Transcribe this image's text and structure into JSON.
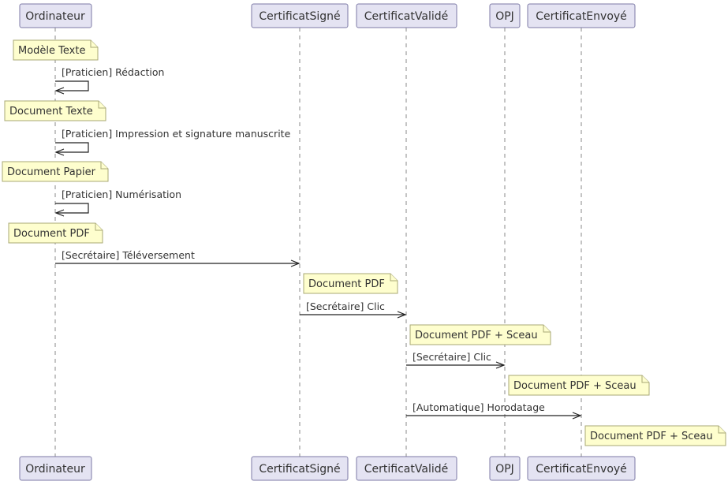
{
  "participants": [
    {
      "id": "ordinateur",
      "label": "Ordinateur"
    },
    {
      "id": "signe",
      "label": "CertificatSigné"
    },
    {
      "id": "valide",
      "label": "CertificatValidé"
    },
    {
      "id": "opj",
      "label": "OPJ"
    },
    {
      "id": "envoye",
      "label": "CertificatEnvoyé"
    }
  ],
  "events": [
    {
      "kind": "note",
      "over": "ordinateur",
      "text": "Modèle Texte"
    },
    {
      "kind": "message",
      "from": "ordinateur",
      "to": "ordinateur",
      "text": "[Praticien] Rédaction"
    },
    {
      "kind": "note",
      "over": "ordinateur",
      "text": "Document Texte"
    },
    {
      "kind": "message",
      "from": "ordinateur",
      "to": "ordinateur",
      "text": "[Praticien] Impression et signature manuscrite"
    },
    {
      "kind": "note",
      "over": "ordinateur",
      "text": "Document Papier"
    },
    {
      "kind": "message",
      "from": "ordinateur",
      "to": "ordinateur",
      "text": "[Praticien] Numérisation"
    },
    {
      "kind": "note",
      "over": "ordinateur",
      "text": "Document PDF"
    },
    {
      "kind": "message",
      "from": "ordinateur",
      "to": "signe",
      "text": "[Secrétaire] Téléversement"
    },
    {
      "kind": "note",
      "rightof": "signe",
      "text": "Document PDF"
    },
    {
      "kind": "message",
      "from": "signe",
      "to": "valide",
      "text": "[Secrétaire] Clic"
    },
    {
      "kind": "note",
      "rightof": "valide",
      "text": "Document PDF + Sceau"
    },
    {
      "kind": "message",
      "from": "valide",
      "to": "opj",
      "text": "[Secrétaire] Clic"
    },
    {
      "kind": "note",
      "rightof": "opj",
      "text": "Document PDF + Sceau"
    },
    {
      "kind": "message",
      "from": "valide",
      "to": "envoye",
      "text": "[Automatique] Horodatage"
    },
    {
      "kind": "note",
      "rightof": "envoye",
      "text": "Document PDF + Sceau"
    }
  ]
}
